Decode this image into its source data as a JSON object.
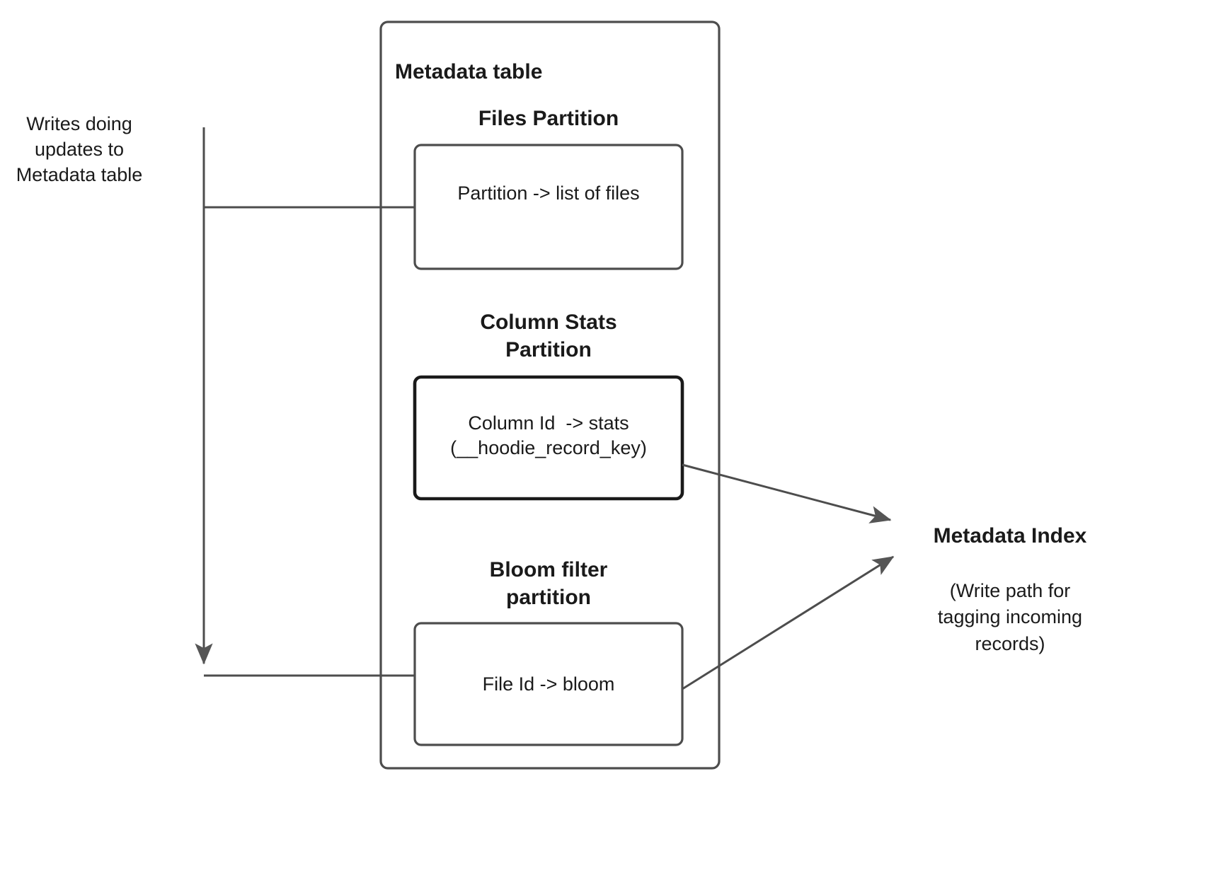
{
  "diagram": {
    "title_text": "Metadata table",
    "annotations": {
      "writes_note": "Writes doing\nupdates to\nMetadata table",
      "metadata_index_title": "Metadata Index",
      "metadata_index_note": "(Write path for\ntagging incoming\nrecords)"
    },
    "partitions": [
      {
        "id": "files",
        "heading": "Files Partition",
        "box_text": "Partition -> list of files"
      },
      {
        "id": "column-stats",
        "heading": "Column Stats\nPartition",
        "box_text": "Column Id  -> stats\n(__hoodie_record_key)"
      },
      {
        "id": "bloom-filter",
        "heading": "Bloom filter\npartition",
        "box_text": "File Id -> bloom"
      }
    ],
    "colors": {
      "stroke": "#4d4d4d",
      "stroke_strong": "#1a1a1a",
      "text": "#1a1a1a",
      "background": "#ffffff",
      "arrow_fill": "#555555"
    }
  }
}
